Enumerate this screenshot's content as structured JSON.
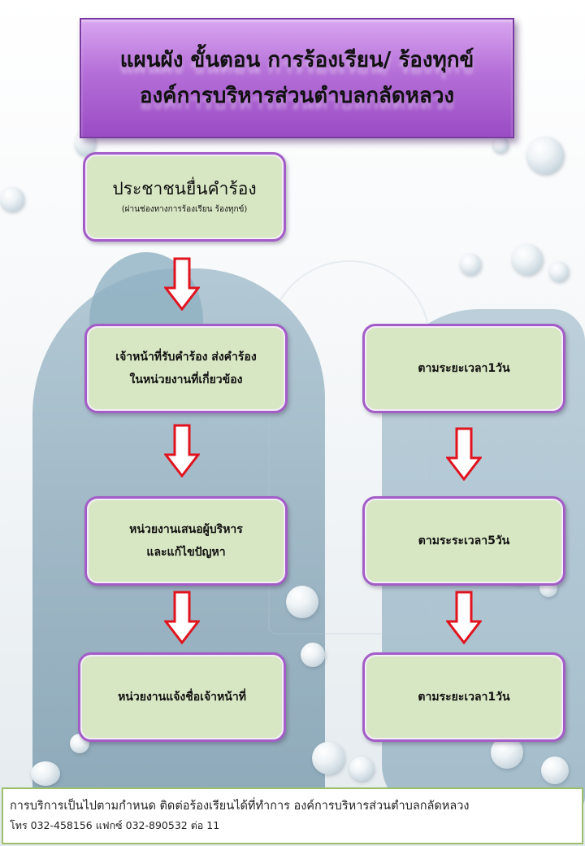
{
  "title": {
    "line1": "แผนผัง ขั้นตอน การร้องเรียน/ ร้องทุกข์",
    "line2": "องค์การบริหารส่วนตำบลกลัดหลวง"
  },
  "left_column": {
    "step1": {
      "main": "ประชาชนยื่นคำร้อง",
      "sub": "(ผ่านช่องทางการร้องเรียน ร้องทุกข์)"
    },
    "step2": {
      "line1": "เจ้าหน้าที่รับคำร้อง ส่งคำร้อง",
      "line2": "ในหน่วยงานที่เกี่ยวข้อง"
    },
    "step3": {
      "line1": "หน่วยงานเสนอผู้บริหาร",
      "line2": "และแก้ไขปัญหา"
    },
    "step4": {
      "line1": "หน่วยงานแจ้งชื่อเจ้าหน้าที่"
    }
  },
  "right_column": {
    "time1": "ตามระยะเวลา1วัน",
    "time2": "ตามระระเวลา5วัน",
    "time3": "ตามระยะเวลา1วัน"
  },
  "footer": {
    "line1": "การบริการเป็นไปตามกำหนด  ติดต่อร้องเรียนได้ที่ทำการ องค์การบริหารส่วนตำบลกลัดหลวง",
    "line2": "โทร  032-458156  แฟกซ์  032-890532  ต่อ  11"
  },
  "colors": {
    "box_fill": "#d8e7c3",
    "box_border": "#a35dc7",
    "title_fill": "#b56fd8",
    "arrow_fill": "#ffffff",
    "arrow_stroke": "#e0141e",
    "footer_border": "#9bbf6d"
  }
}
